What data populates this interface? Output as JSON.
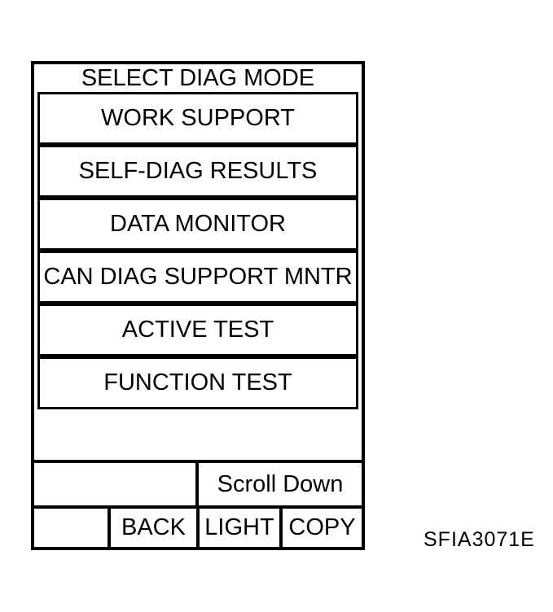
{
  "colors": {
    "ink": "#000000",
    "paper": "#ffffff"
  },
  "screen": {
    "title": "SELECT DIAG MODE",
    "menu_items": [
      {
        "label": "WORK SUPPORT"
      },
      {
        "label": "SELF-DIAG RESULTS"
      },
      {
        "label": "DATA MONITOR"
      },
      {
        "label": "CAN DIAG SUPPORT MNTR"
      },
      {
        "label": "ACTIVE TEST"
      },
      {
        "label": "FUNCTION TEST"
      }
    ],
    "scroll_row": {
      "scroll_label": "Scroll Down"
    },
    "bottom_row": {
      "back_label": "BACK",
      "light_label": "LIGHT",
      "copy_label": "COPY"
    }
  },
  "figure_code": "SFIA3071E"
}
